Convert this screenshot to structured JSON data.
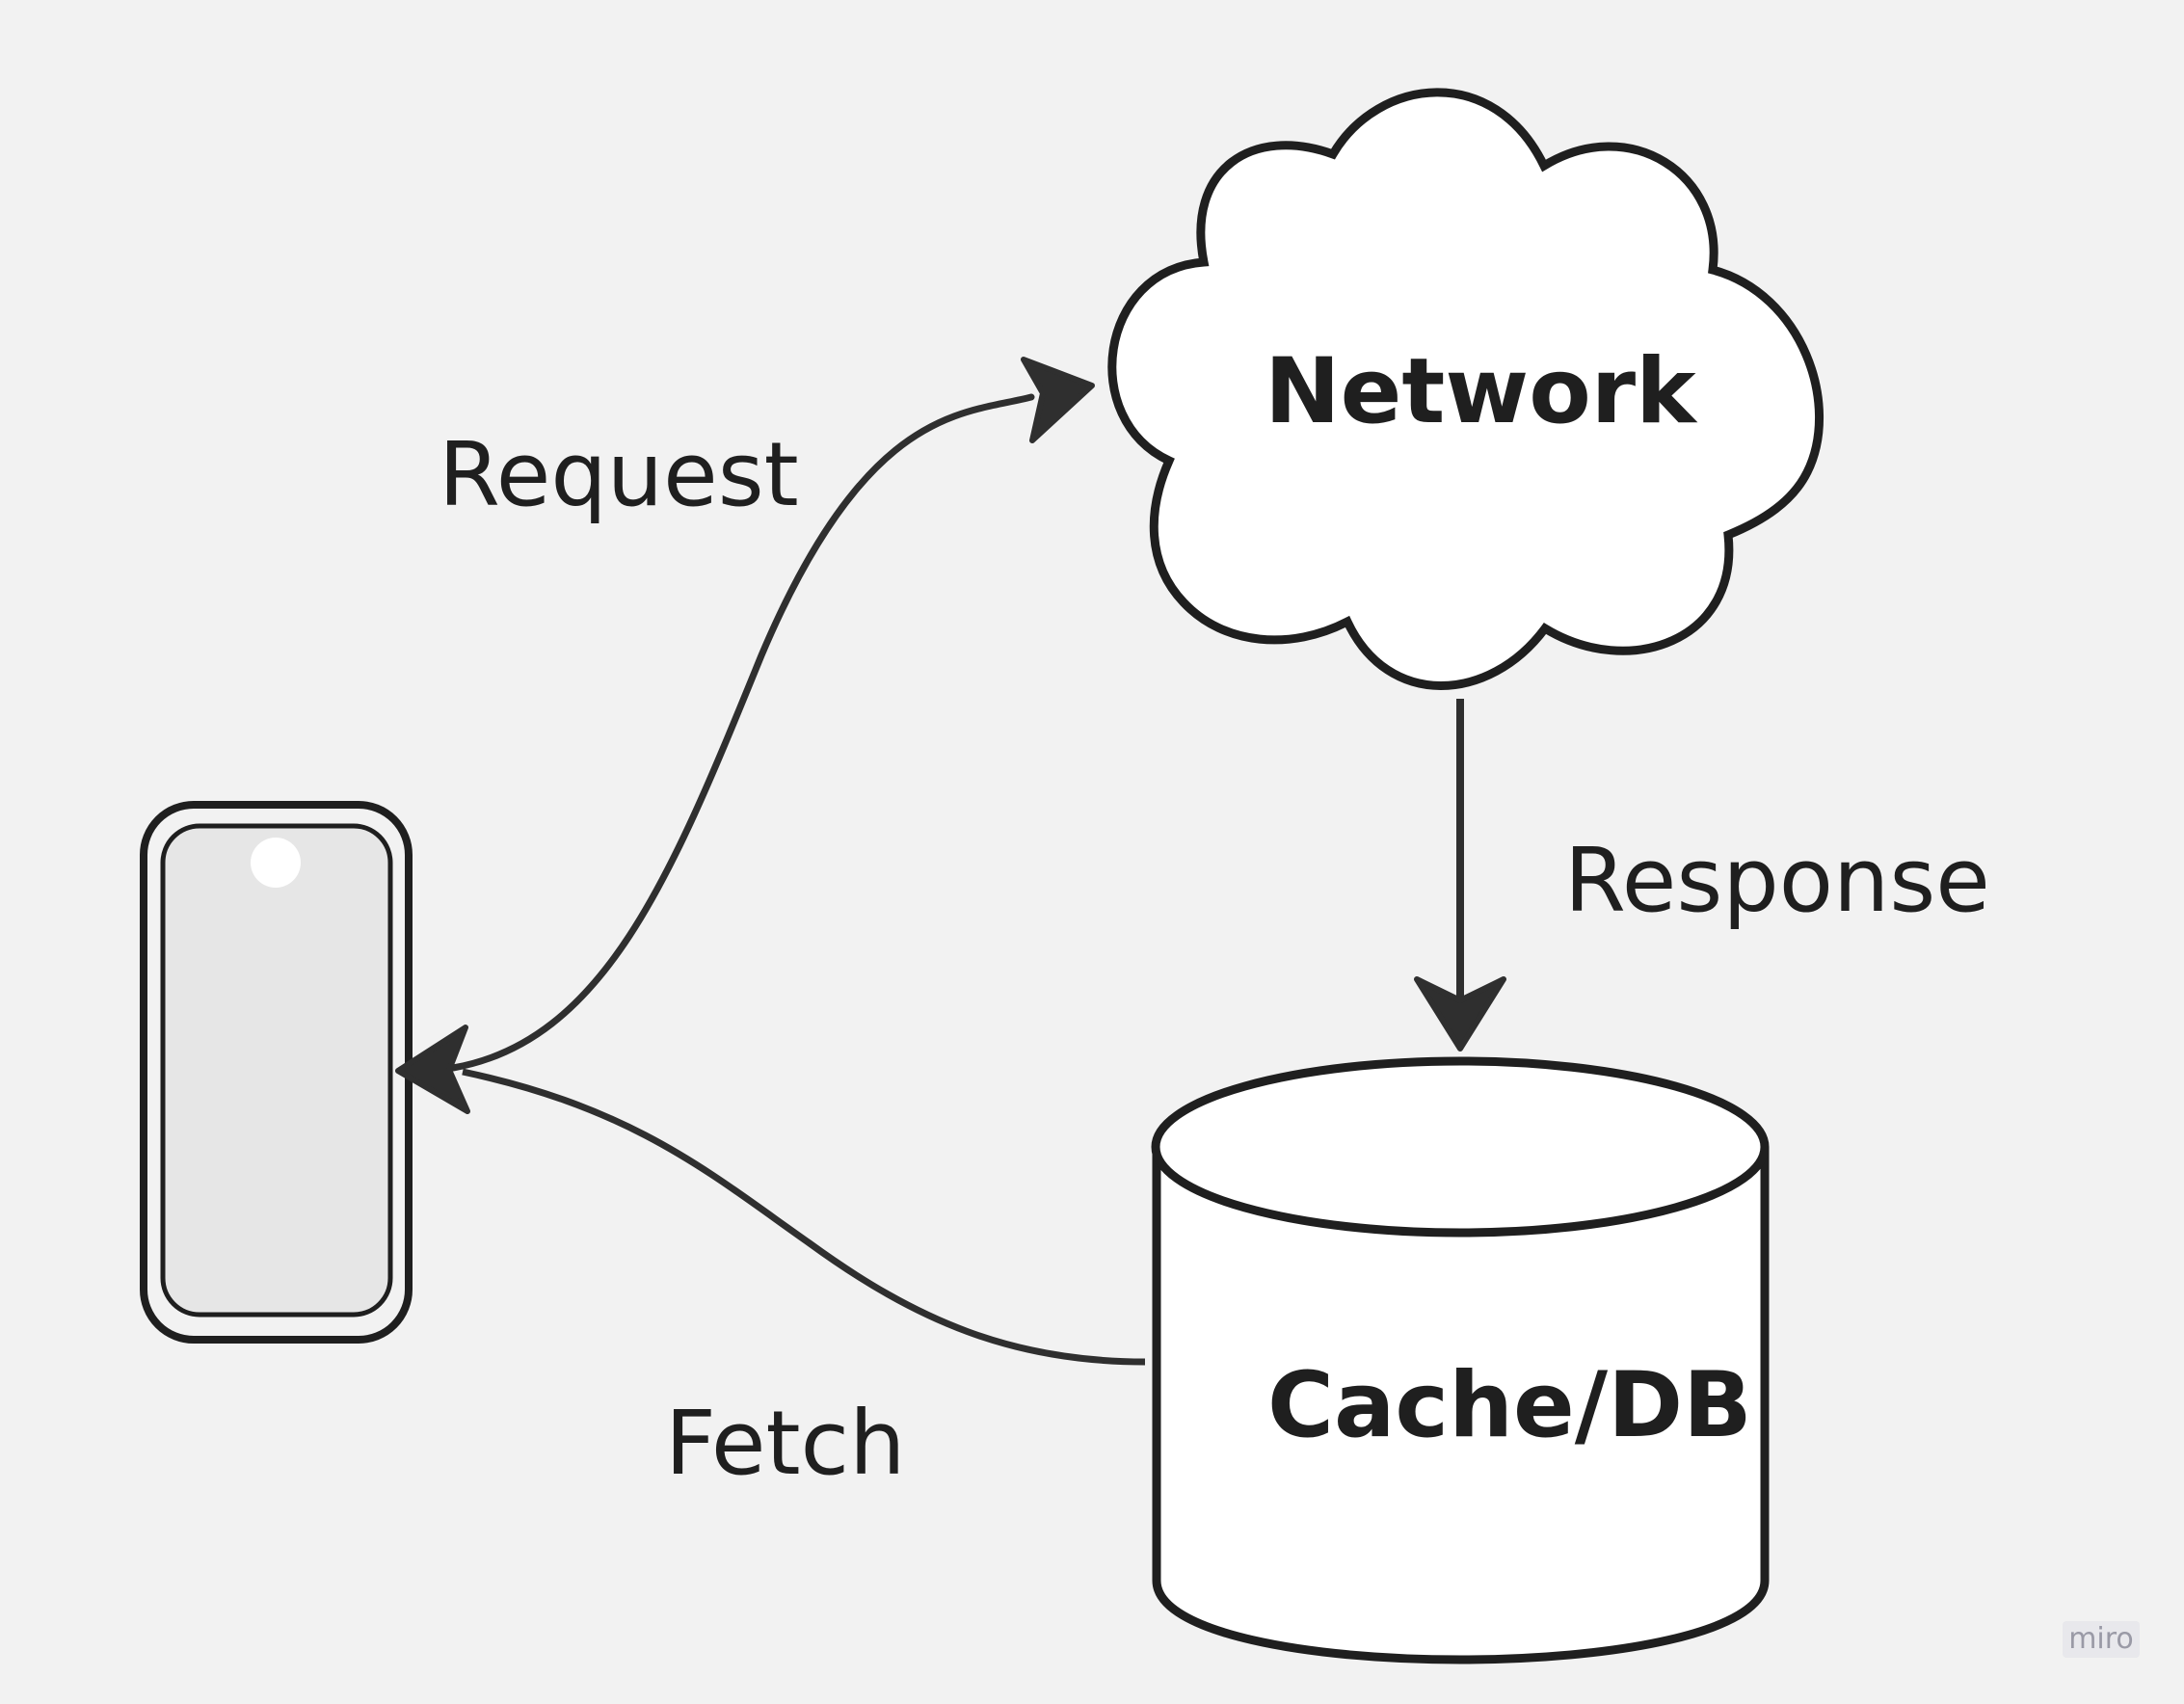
{
  "diagram": {
    "nodes": {
      "network": {
        "label": "Network"
      },
      "cache": {
        "label": "Cache/DB"
      },
      "device": {
        "label": ""
      }
    },
    "edges": {
      "request": {
        "label": "Request",
        "from": "device",
        "to": "network"
      },
      "response": {
        "label": "Response",
        "from": "network",
        "to": "cache"
      },
      "fetch": {
        "label": "Fetch",
        "from": "cache",
        "to": "device"
      }
    }
  },
  "watermark": {
    "text": "miro"
  },
  "colors": {
    "background": "#f2f2f2",
    "stroke": "#1f1f1f",
    "arrow": "#2f2f2f",
    "shape_fill": "#ffffff",
    "screen_fill": "#e6e6e6"
  }
}
